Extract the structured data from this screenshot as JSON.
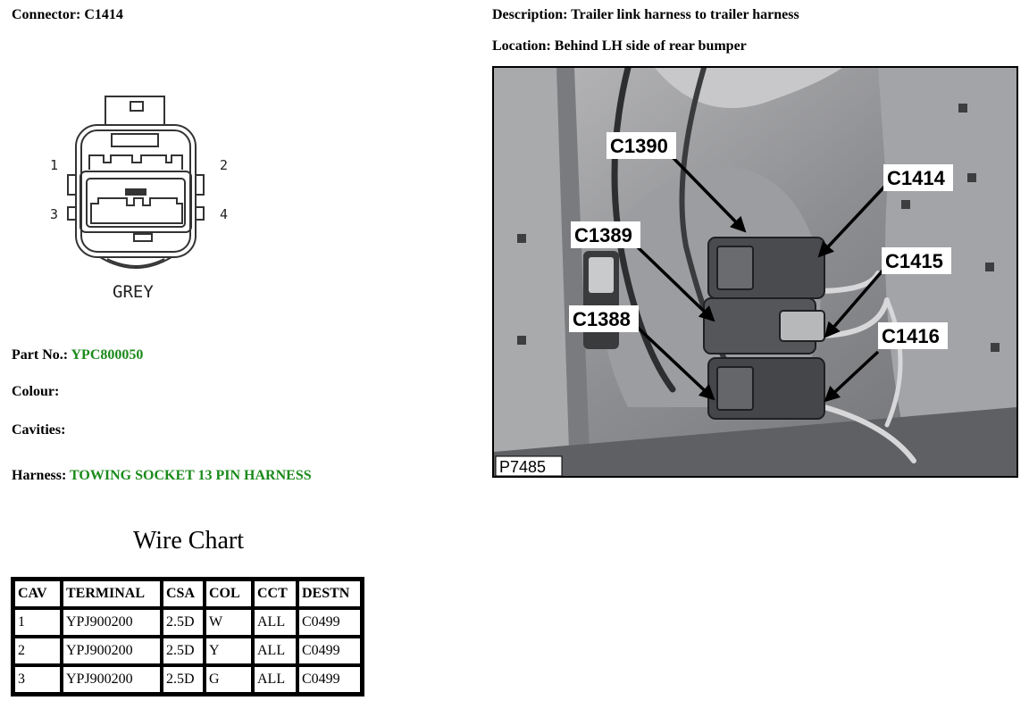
{
  "connector": {
    "label": "Connector:",
    "value": "C1414"
  },
  "description": {
    "label": "Description:",
    "value": "Trailer link harness to trailer harness"
  },
  "location": {
    "label": "Location:",
    "value": "Behind LH side of rear bumper"
  },
  "diagram": {
    "pins": [
      "1",
      "2",
      "3",
      "4"
    ],
    "color_label": "GREY"
  },
  "part_no": {
    "label": "Part No.:",
    "value": "YPC800050"
  },
  "colour": {
    "label": "Colour:",
    "value": ""
  },
  "cavities": {
    "label": "Cavities:",
    "value": ""
  },
  "harness": {
    "label": "Harness:",
    "value": "TOWING SOCKET 13 PIN HARNESS"
  },
  "wire_chart": {
    "title": "Wire Chart",
    "headers": [
      "CAV",
      "TERMINAL",
      "CSA",
      "COL",
      "CCT",
      "DESTN"
    ],
    "rows": [
      [
        "1",
        "YPJ900200",
        "2.5D",
        "W",
        "ALL",
        "C0499"
      ],
      [
        "2",
        "YPJ900200",
        "2.5D",
        "Y",
        "ALL",
        "C0499"
      ],
      [
        "3",
        "YPJ900200",
        "2.5D",
        "G",
        "ALL",
        "C0499"
      ]
    ]
  },
  "photo": {
    "ref": "P7485",
    "callouts": [
      "C1390",
      "C1414",
      "C1389",
      "C1415",
      "C1388",
      "C1416"
    ]
  },
  "colors": {
    "value_green": "#1a8a1a"
  }
}
